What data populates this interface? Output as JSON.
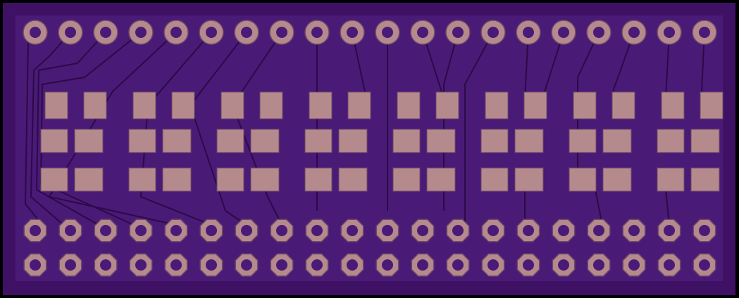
{
  "board": {
    "board_color": "#3f1164",
    "inner_color": "#4a1a77",
    "frame_color": "#000000",
    "pad_color": "#b58a8c",
    "pad_outline": "#6e4a6a",
    "trace_color": "#2c0a47",
    "top_header_pins": 20,
    "bottom_header_rows": 2,
    "bottom_header_pins": 20,
    "smd_groups": 8,
    "smd_rows_per_group": 3,
    "smd_pads_per_row": 2
  }
}
